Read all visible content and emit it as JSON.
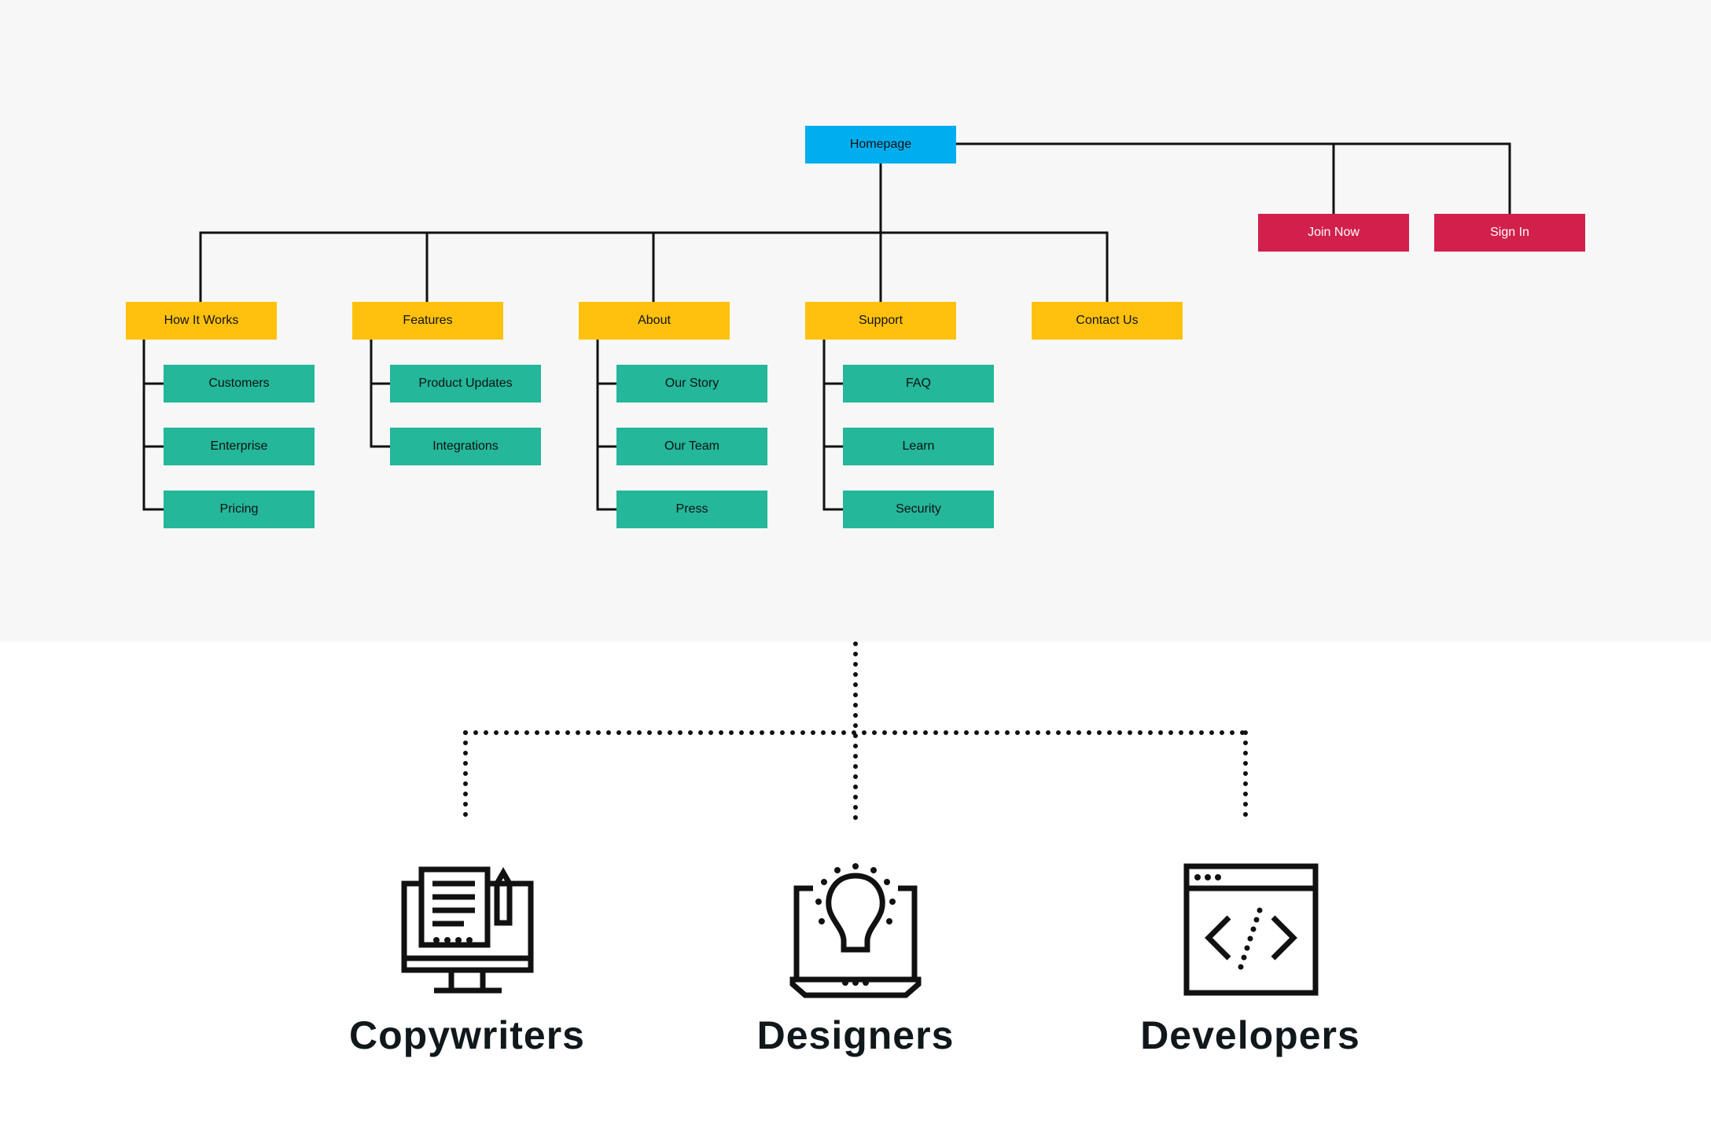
{
  "colors": {
    "home": "#00aeef",
    "auth": "#d2204c",
    "section": "#ffc10e",
    "subpage": "#24b79a",
    "line": "#111111",
    "panel": "#f7f7f7"
  },
  "sitemap": {
    "home": "Homepage",
    "auth": [
      "Join Now",
      "Sign In"
    ],
    "sections": [
      {
        "label": "How It Works",
        "children": [
          "Customers",
          "Enterprise",
          "Pricing"
        ]
      },
      {
        "label": "Features",
        "children": [
          "Product Updates",
          "Integrations"
        ]
      },
      {
        "label": "About",
        "children": [
          "Our Story",
          "Our Team",
          "Press"
        ]
      },
      {
        "label": "Support",
        "children": [
          "FAQ",
          "Learn",
          "Security"
        ]
      },
      {
        "label": "Contact Us",
        "children": []
      }
    ]
  },
  "roles": [
    {
      "label": "Copywriters",
      "icon": "monitor-document-icon"
    },
    {
      "label": "Designers",
      "icon": "laptop-lightbulb-icon"
    },
    {
      "label": "Developers",
      "icon": "browser-code-icon"
    }
  ]
}
